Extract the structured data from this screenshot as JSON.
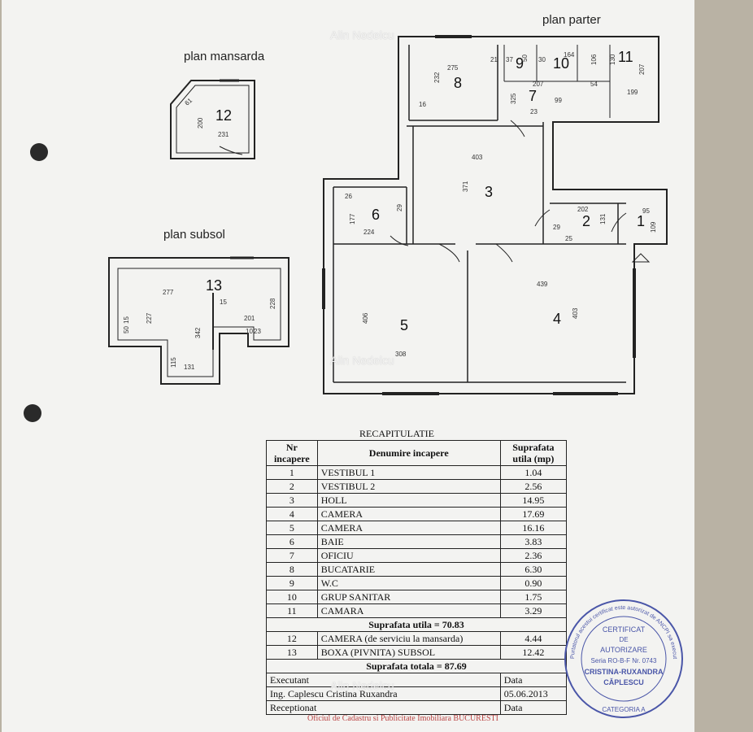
{
  "plans": {
    "mansarda": "plan mansarda",
    "parter": "plan parter",
    "subsol": "plan subsol"
  },
  "watermark": "Alin Nedelcu",
  "rooms": [
    "1",
    "2",
    "3",
    "4",
    "5",
    "6",
    "7",
    "8",
    "9",
    "10",
    "11",
    "12",
    "13"
  ],
  "dims": [
    "275",
    "232",
    "21",
    "37",
    "50",
    "30",
    "164",
    "106",
    "130",
    "207",
    "207",
    "325",
    "99",
    "54",
    "199",
    "16",
    "23",
    "403",
    "371",
    "202",
    "131",
    "29",
    "25",
    "95",
    "109",
    "224",
    "177",
    "26",
    "29",
    "439",
    "403",
    "406",
    "308",
    "61",
    "200",
    "231",
    "277",
    "227",
    "342",
    "15",
    "201",
    "228",
    "50",
    "15",
    "10",
    "23",
    "115",
    "131"
  ],
  "recap": {
    "title": "RECAPITULATIE",
    "headers": {
      "nr": "Nr incapere",
      "name": "Denumire incapere",
      "area": "Suprafata utila (mp)"
    },
    "rows": [
      {
        "nr": "1",
        "name": "VESTIBUL 1",
        "area": "1.04"
      },
      {
        "nr": "2",
        "name": "VESTIBUL 2",
        "area": "2.56"
      },
      {
        "nr": "3",
        "name": "HOLL",
        "area": "14.95"
      },
      {
        "nr": "4",
        "name": "CAMERA",
        "area": "17.69"
      },
      {
        "nr": "5",
        "name": "CAMERA",
        "area": "16.16"
      },
      {
        "nr": "6",
        "name": "BAIE",
        "area": "3.83"
      },
      {
        "nr": "7",
        "name": "OFICIU",
        "area": "2.36"
      },
      {
        "nr": "8",
        "name": "BUCATARIE",
        "area": "6.30"
      },
      {
        "nr": "9",
        "name": "W.C",
        "area": "0.90"
      },
      {
        "nr": "10",
        "name": "GRUP SANITAR",
        "area": "1.75"
      },
      {
        "nr": "11",
        "name": "CAMARA",
        "area": "3.29"
      }
    ],
    "subtotal": "Suprafata utila = 70.83",
    "extra_rows": [
      {
        "nr": "12",
        "name": "CAMERA (de serviciu la mansarda)",
        "area": "4.44"
      },
      {
        "nr": "13",
        "name": "BOXA (PIVNITA) SUBSOL",
        "area": "12.42"
      }
    ],
    "total": "Suprafata totala = 87.69",
    "footer": {
      "executant": "Executant",
      "executant_name": "Ing. Caplescu Cristina Ruxandra",
      "data_label": "Data",
      "data_value": "05.06.2013",
      "receptionat": "Receptionat",
      "data_label2": "Data"
    }
  },
  "stamp": {
    "line1": "CERTIFICAT",
    "line2": "DE",
    "line3": "AUTORIZARE",
    "line4": "Seria RO-B-F Nr. 0743",
    "line5": "CRISTINA-RUXANDRA",
    "line6": "CĂPLESCU",
    "line7": "CATEGORIA A",
    "arc": "Purtatorul acestui certificat este autorizat de ANCPI sa execute lucrari de cadastru"
  },
  "bottom_text": "Oficiul de Cadastru si Publicitate Imobiliara BUCURESTI",
  "colors": {
    "paper": "#f3f3f1",
    "ink": "#222222",
    "stamp": "#4a56a8"
  }
}
